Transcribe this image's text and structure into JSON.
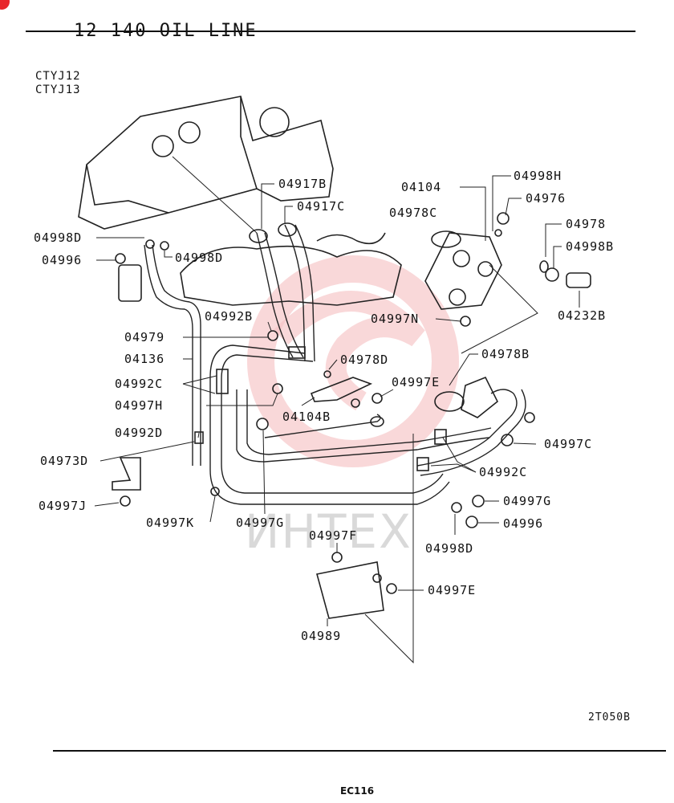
{
  "header": {
    "title": "12-140  OIL LINE",
    "models": [
      "CTYJ12",
      "CTYJ13"
    ]
  },
  "footer": {
    "drawing_code": "2T050B",
    "page_ref": "EC116"
  },
  "watermark": {
    "text": "ИНТЕХ",
    "logo_color": "#f4b6b8"
  },
  "accent_color": "#e8252a",
  "callouts": [
    {
      "id": "04917B",
      "text": "04917B"
    },
    {
      "id": "04917C",
      "text": "04917C"
    },
    {
      "id": "04104",
      "text": "04104"
    },
    {
      "id": "04998H",
      "text": "04998H"
    },
    {
      "id": "04976",
      "text": "04976"
    },
    {
      "id": "04978C",
      "text": "04978C"
    },
    {
      "id": "04978",
      "text": "04978"
    },
    {
      "id": "04998B",
      "text": "04998B"
    },
    {
      "id": "04998D-a",
      "text": "04998D"
    },
    {
      "id": "04996-a",
      "text": "04996"
    },
    {
      "id": "04998D-b",
      "text": "04998D"
    },
    {
      "id": "04232B",
      "text": "04232B"
    },
    {
      "id": "04992B",
      "text": "04992B"
    },
    {
      "id": "04997N",
      "text": "04997N"
    },
    {
      "id": "04979",
      "text": "04979"
    },
    {
      "id": "04136",
      "text": "04136"
    },
    {
      "id": "04978B",
      "text": "04978B"
    },
    {
      "id": "04978D",
      "text": "04978D"
    },
    {
      "id": "04992C-a",
      "text": "04992C"
    },
    {
      "id": "04997E-a",
      "text": "04997E"
    },
    {
      "id": "04997H",
      "text": "04997H"
    },
    {
      "id": "04104B",
      "text": "04104B"
    },
    {
      "id": "04992D",
      "text": "04992D"
    },
    {
      "id": "04997C",
      "text": "04997C"
    },
    {
      "id": "04973D",
      "text": "04973D"
    },
    {
      "id": "04992C-b",
      "text": "04992C"
    },
    {
      "id": "04997G-a",
      "text": "04997G"
    },
    {
      "id": "04997J",
      "text": "04997J"
    },
    {
      "id": "04997K",
      "text": "04997K"
    },
    {
      "id": "04997G-b",
      "text": "04997G"
    },
    {
      "id": "04996-b",
      "text": "04996"
    },
    {
      "id": "04998D-c",
      "text": "04998D"
    },
    {
      "id": "04997F",
      "text": "04997F"
    },
    {
      "id": "04997E-b",
      "text": "04997E"
    },
    {
      "id": "04989",
      "text": "04989"
    }
  ]
}
